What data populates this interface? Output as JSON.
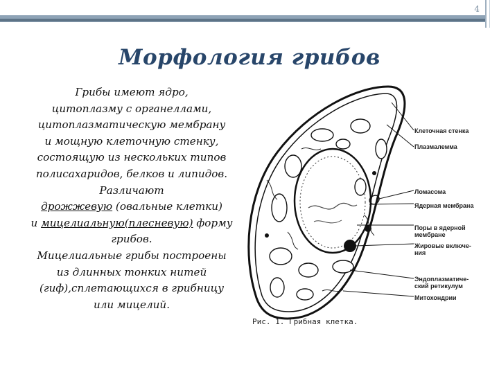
{
  "page_number": "4",
  "title": "Морфология  грибов",
  "body": {
    "line1": "Грибы имеют ядро,",
    "line2": "цитоплазму с органеллами,",
    "line3": "цитоплазматическую мембрану",
    "line4": "и мощную клеточную стенку,",
    "line5": "состоящую из нескольких типов",
    "line6": "полисахаридов, белков и липидов.",
    "line7": "Различают",
    "yeast_form": "дрожжевую",
    "yeast_note": "(овальные клетки)",
    "and": "и",
    "mycelial_form": "мицелиальную(плесневую)",
    "form_word": "форму",
    "line10": "грибов.",
    "line11": "Мицелиальные грибы построены",
    "line12": "из длинных тонких нитей",
    "line13": "(гиф),сплетающихся в грибницу",
    "line14": "или мицелий."
  },
  "figure": {
    "caption": "Рис. 1.  Грибная клетка.",
    "labels": {
      "cell_wall": "Клеточная стенка",
      "plasmalemma": "Плазмалемма",
      "lomasome": "Ломасома",
      "nuclear_membrane": "Ядерная мембрана",
      "nuclear_pores_1": "Поры в ядерной",
      "nuclear_pores_2": "мембране",
      "lipid_1": "Жировые включе-",
      "lipid_2": "ния",
      "er_1": "Эндоплазматиче-",
      "er_2": "ский ретикулум",
      "mitochondria": "Митохондрии"
    }
  }
}
